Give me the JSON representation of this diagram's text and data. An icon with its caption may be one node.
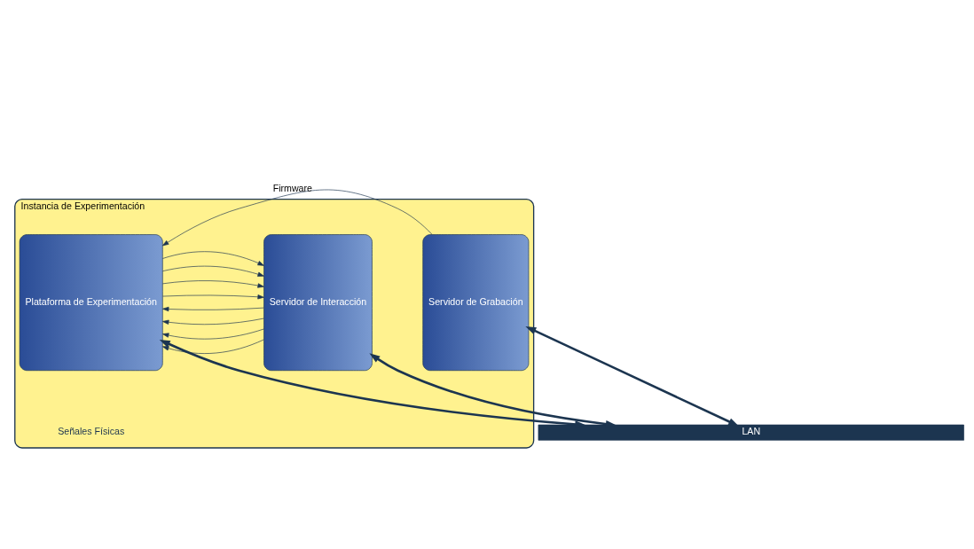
{
  "diagram": {
    "nodes": [
      {
        "text": [
          "Instancia de Experimentación"
        ]
      },
      {
        "text": [
          "Servidor de Grabación"
        ],
        "in": 0
      },
      {
        "text": [
          "Plataforma de Experimentación"
        ],
        "in": 0
      },
      {
        "text": [
          "Servidor de Interacción"
        ],
        "in": 0
      },
      {
        "text": [
          "LAN"
        ]
      }
    ],
    "edges": [
      {
        "from": 1,
        "to": 2,
        "arrow": "to",
        "label": "Firmware"
      },
      {
        "from": 3,
        "to": 2,
        "arrow": "to"
      },
      {
        "from": 3,
        "to": 2,
        "arrow": "to"
      },
      {
        "from": 3,
        "to": 2,
        "arrow": "to"
      },
      {
        "from": 3,
        "to": 2,
        "arrow": "to"
      },
      {
        "from": 2,
        "to": 3,
        "arrow": "to"
      },
      {
        "from": 2,
        "to": 3,
        "arrow": "to"
      },
      {
        "from": 2,
        "to": 3,
        "arrow": "to"
      },
      {
        "from": 2,
        "to": 3,
        "arrow": "to"
      },
      {
        "from": 1,
        "to": 4,
        "arrow": "both",
        "style": "thick"
      },
      {
        "from": 2,
        "to": 4,
        "arrow": "both",
        "style": "thick"
      },
      {
        "from": 3,
        "to": 4,
        "arrow": "both",
        "style": "thick"
      }
    ],
    "labels": [
      "Señales Físicas"
    ]
  }
}
